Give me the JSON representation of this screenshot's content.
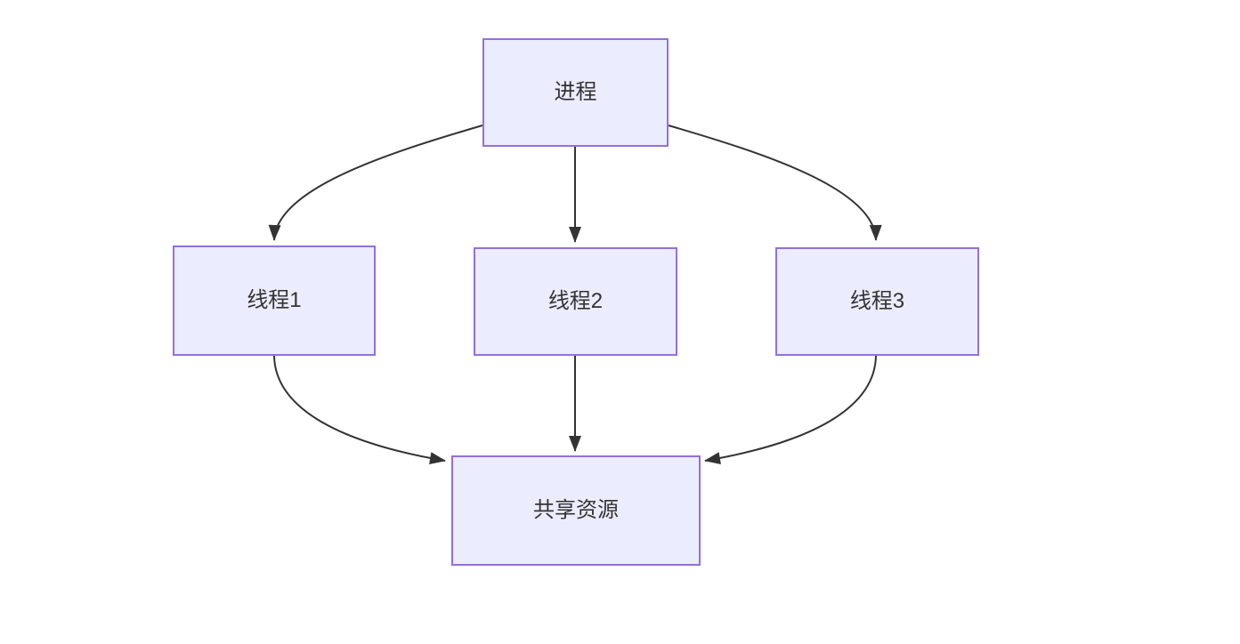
{
  "diagram": {
    "type": "flowchart",
    "background_color": "#ffffff",
    "node_fill_color": "#ECECFF",
    "node_border_color": "#9370DB",
    "edge_color": "#333333",
    "text_color": "#333333",
    "nodes": [
      {
        "id": "process",
        "label": "进程"
      },
      {
        "id": "thread1",
        "label": "线程1"
      },
      {
        "id": "thread2",
        "label": "线程2"
      },
      {
        "id": "thread3",
        "label": "线程3"
      },
      {
        "id": "shared-resource",
        "label": "共享资源"
      }
    ],
    "edges": [
      {
        "from": "进程",
        "to": "线程1"
      },
      {
        "from": "进程",
        "to": "线程2"
      },
      {
        "from": "进程",
        "to": "线程3"
      },
      {
        "from": "线程1",
        "to": "共享资源"
      },
      {
        "from": "线程2",
        "to": "共享资源"
      },
      {
        "from": "线程3",
        "to": "共享资源"
      }
    ]
  }
}
